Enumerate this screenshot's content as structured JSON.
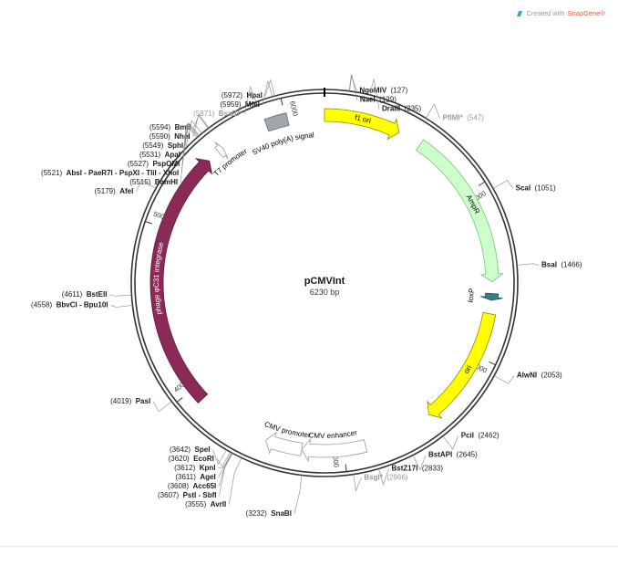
{
  "credit": {
    "prefix": "Created with ",
    "brand": "SnapGene®"
  },
  "plasmid": {
    "name": "pCMVInt",
    "size_label": "6230 bp",
    "length": 6230
  },
  "ticks": [
    {
      "bp": 1000,
      "label": "1000"
    },
    {
      "bp": 2000,
      "label": "2000"
    },
    {
      "bp": 3000,
      "label": "3000"
    },
    {
      "bp": 4000,
      "label": "4000"
    },
    {
      "bp": 5000,
      "label": "5000"
    },
    {
      "bp": 6000,
      "label": "6000"
    }
  ],
  "features": [
    {
      "name": "f1 ori",
      "start": 0,
      "end": 456,
      "dir": 1,
      "color": "#ffff00",
      "stroke": "#8a8a00",
      "label_inside": true,
      "text_color": "#000000"
    },
    {
      "name": "AmpR",
      "start": 600,
      "end": 1550,
      "dir": 1,
      "color": "#ccffcc",
      "stroke": "#7bbf7b",
      "label_inside": true,
      "text_color": "#000000"
    },
    {
      "name": "loxP",
      "start": 1620,
      "end": 1660,
      "dir": 1,
      "color": "#3c7c8c",
      "stroke": "#244c56",
      "label_inside": true,
      "text_color": "#000000"
    },
    {
      "name": "ori",
      "start": 1740,
      "end": 2450,
      "dir": 1,
      "color": "#ffff00",
      "stroke": "#8a8a00",
      "label_inside": true,
      "text_color": "#000000"
    },
    {
      "name": "CMV enhancer",
      "start": 2870,
      "end": 3250,
      "dir": 1,
      "color": "#ffffff",
      "stroke": "#9a9a9a",
      "label_inside": false,
      "text_color": "#000000"
    },
    {
      "name": "CMV promoter",
      "start": 3250,
      "end": 3470,
      "dir": 1,
      "color": "#ffffff",
      "stroke": "#9a9a9a",
      "label_inside": false,
      "text_color": "#000000"
    },
    {
      "name": "phage φC31 integrase",
      "start": 3920,
      "end": 5480,
      "dir": 1,
      "color": "#8b2a56",
      "stroke": "#5a1a38",
      "label_inside": true,
      "text_color": "#ffffff"
    },
    {
      "name": "T7 promoter",
      "start": 5555,
      "end": 5590,
      "dir": 1,
      "color": "#ffffff",
      "stroke": "#9a9a9a",
      "label_inside": false,
      "text_color": "#000000"
    },
    {
      "name": "SV40 poly(A) signal",
      "start": 5880,
      "end": 6010,
      "dir": 0,
      "color": "#a0a6ae",
      "stroke": "#6a6f76",
      "label_inside": false,
      "text_color": "#000000"
    }
  ],
  "sites": [
    {
      "name": "NgoMIV",
      "pos": "(127)",
      "bp": 127,
      "side": "right",
      "dim": false
    },
    {
      "name": "NaeI",
      "pos": "(129)",
      "bp": 129,
      "side": "right",
      "dim": false
    },
    {
      "name": "DraIII",
      "pos": "(235)",
      "bp": 235,
      "side": "right",
      "dim": false
    },
    {
      "name": "PflMI*",
      "pos": "(547)",
      "bp": 547,
      "side": "right",
      "dim": true
    },
    {
      "name": "ScaI",
      "pos": "(1051)",
      "bp": 1051,
      "side": "right",
      "dim": false
    },
    {
      "name": "BsaI",
      "pos": "(1466)",
      "bp": 1466,
      "side": "right",
      "dim": false
    },
    {
      "name": "AlwNI",
      "pos": "(2053)",
      "bp": 2053,
      "side": "right",
      "dim": false
    },
    {
      "name": "PciI",
      "pos": "(2462)",
      "bp": 2462,
      "side": "right",
      "dim": false
    },
    {
      "name": "BstAPI",
      "pos": "(2645)",
      "bp": 2645,
      "side": "right",
      "dim": false
    },
    {
      "name": "BstZ17I",
      "pos": "(2833)",
      "bp": 2833,
      "side": "right",
      "dim": false
    },
    {
      "name": "BsgI*",
      "pos": "(2966)",
      "bp": 2966,
      "side": "right",
      "dim": true
    },
    {
      "name": "SnaBI",
      "pos": "(3232)",
      "bp": 3232,
      "side": "left",
      "dim": false
    },
    {
      "name": "AvrII",
      "pos": "(3555)",
      "bp": 3555,
      "side": "left",
      "dim": false
    },
    {
      "name": "PstI - SbfI",
      "pos": "(3607)",
      "bp": 3607,
      "side": "left",
      "dim": false
    },
    {
      "name": "Acc65I",
      "pos": "(3608)",
      "bp": 3608,
      "side": "left",
      "dim": false
    },
    {
      "name": "AgeI",
      "pos": "(3611)",
      "bp": 3611,
      "side": "left",
      "dim": false
    },
    {
      "name": "KpnI",
      "pos": "(3612)",
      "bp": 3612,
      "side": "left",
      "dim": false
    },
    {
      "name": "EcoRI",
      "pos": "(3620)",
      "bp": 3620,
      "side": "left",
      "dim": false
    },
    {
      "name": "SpeI",
      "pos": "(3642)",
      "bp": 3642,
      "side": "left",
      "dim": false
    },
    {
      "name": "PasI",
      "pos": "(4019)",
      "bp": 4019,
      "side": "left",
      "dim": false
    },
    {
      "name": "BbvCI - Bpu10I",
      "pos": "(4558)",
      "bp": 4558,
      "side": "left",
      "dim": false
    },
    {
      "name": "BstEII",
      "pos": "(4611)",
      "bp": 4611,
      "side": "left",
      "dim": false
    },
    {
      "name": "AfeI",
      "pos": "(5179)",
      "bp": 5179,
      "side": "left",
      "dim": false
    },
    {
      "name": "BamHI",
      "pos": "(5515)",
      "bp": 5515,
      "side": "left",
      "dim": false
    },
    {
      "name": "AbsI - PaeR7I - PspXI - TliI - XhoI",
      "pos": "(5521)",
      "bp": 5521,
      "side": "left",
      "dim": false
    },
    {
      "name": "PspOMI",
      "pos": "(5527)",
      "bp": 5527,
      "side": "left",
      "dim": false
    },
    {
      "name": "ApaI",
      "pos": "(5531)",
      "bp": 5531,
      "side": "left",
      "dim": false
    },
    {
      "name": "SphI",
      "pos": "(5549)",
      "bp": 5549,
      "side": "left",
      "dim": false
    },
    {
      "name": "NheI",
      "pos": "(5590)",
      "bp": 5590,
      "side": "left",
      "dim": false
    },
    {
      "name": "BmtI",
      "pos": "(5594)",
      "bp": 5594,
      "side": "left",
      "dim": false
    },
    {
      "name": "BsaBI*",
      "pos": "(5871)",
      "bp": 5871,
      "side": "left",
      "dim": true
    },
    {
      "name": "MfeI",
      "pos": "(5959)",
      "bp": 5959,
      "side": "left",
      "dim": false
    },
    {
      "name": "HpaI",
      "pos": "(5972)",
      "bp": 5972,
      "side": "left",
      "dim": false
    }
  ]
}
